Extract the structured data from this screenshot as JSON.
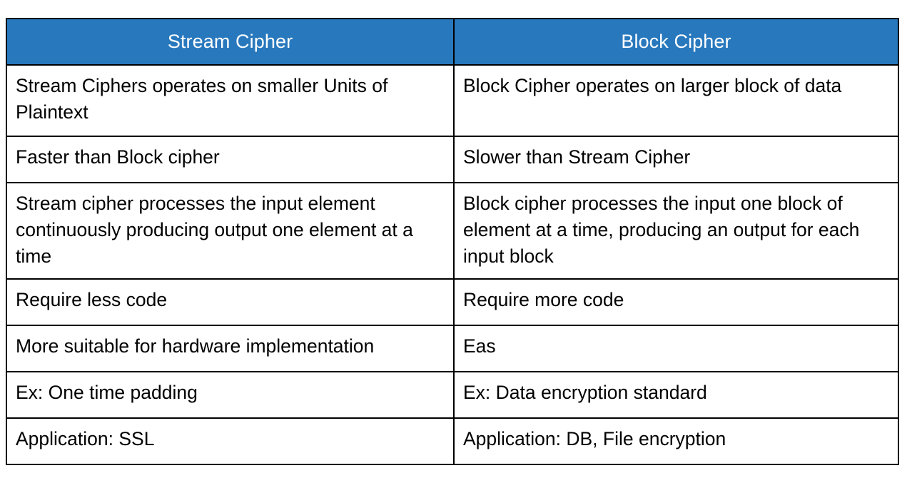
{
  "table": {
    "title": "Stream Cipher vs Block Cipher comparison table",
    "header_background_color": "#2878bd",
    "header_text_color": "#ffffff",
    "body_text_color": "#000000",
    "border_color": "#000000",
    "page_background_color": "#ffffff",
    "columns": [
      {
        "label": "Stream Cipher"
      },
      {
        "label": "Block Cipher"
      }
    ],
    "rows": [
      {
        "left": "Stream Ciphers operates on smaller Units of Plaintext",
        "right": "Block Cipher operates on larger block of data",
        "size": "tall"
      },
      {
        "left": "Faster than Block cipher",
        "right": "Slower than Stream Cipher",
        "size": "short"
      },
      {
        "left": "Stream cipher processes the input element continuously producing output one element at a time",
        "right": "Block cipher processes the input one block of element at a time, producing an output for each input block",
        "size": "tall"
      },
      {
        "left": "Require less code",
        "right": "Require more code",
        "size": "short"
      },
      {
        "left": "More suitable for hardware implementation",
        "right": "Eas",
        "size": "short"
      },
      {
        "left": "Ex: One time padding",
        "right": "Ex: Data encryption standard",
        "size": "short"
      },
      {
        "left": "Application: SSL",
        "right": "Application: DB, File encryption",
        "size": "short"
      }
    ]
  }
}
